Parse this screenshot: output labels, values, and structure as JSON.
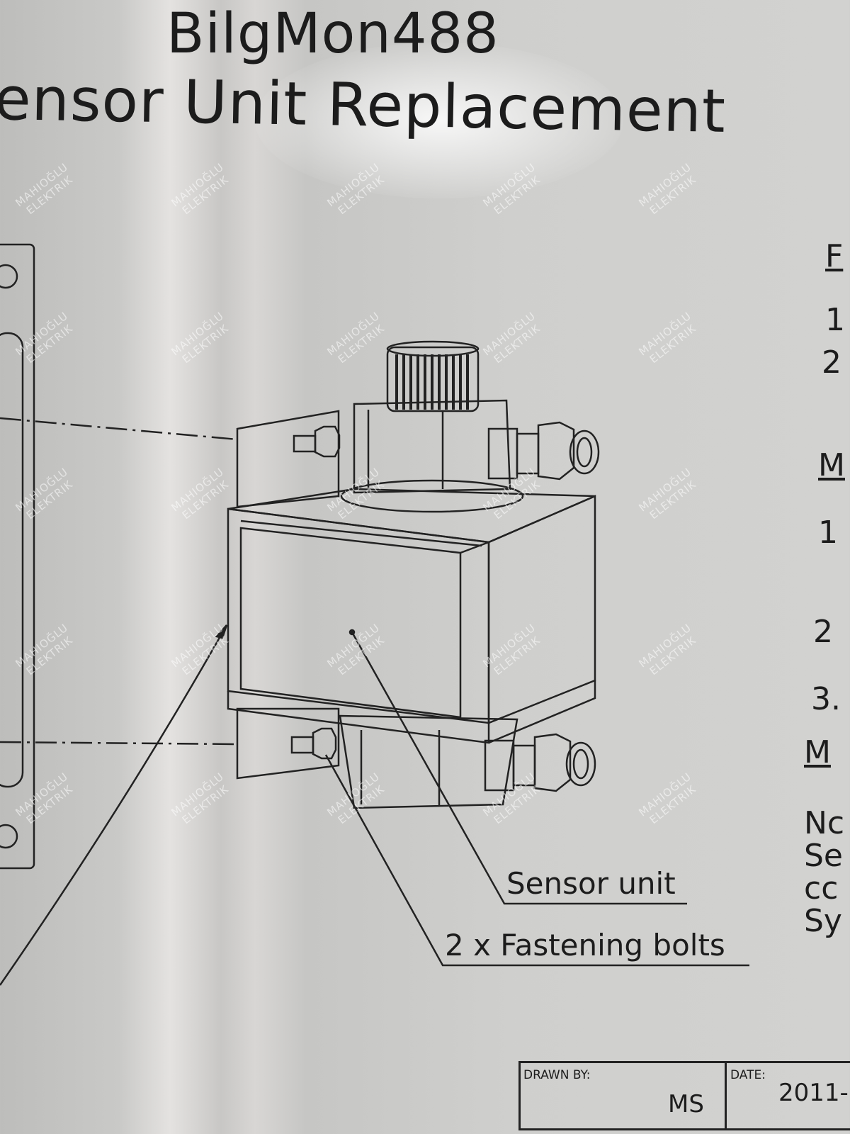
{
  "title": {
    "line1": "BilgMon488",
    "line2": "ensor Unit Replacement"
  },
  "callouts": {
    "sensor_unit": "Sensor unit",
    "fastening_bolts": "2 x Fastening bolts"
  },
  "side_text": [
    "F",
    "1",
    "2",
    "M",
    "1",
    "2",
    "3.",
    "M",
    "Nc",
    "Se",
    "cc",
    "Sy"
  ],
  "watermark": {
    "line1": "MAHIOĞLU",
    "line2": "ELEKTRIK"
  },
  "title_block": {
    "drawn_by_label": "DRAWN BY:",
    "drawn_by_value": "MS",
    "date_label": "DATE:",
    "date_value": "2011-"
  }
}
